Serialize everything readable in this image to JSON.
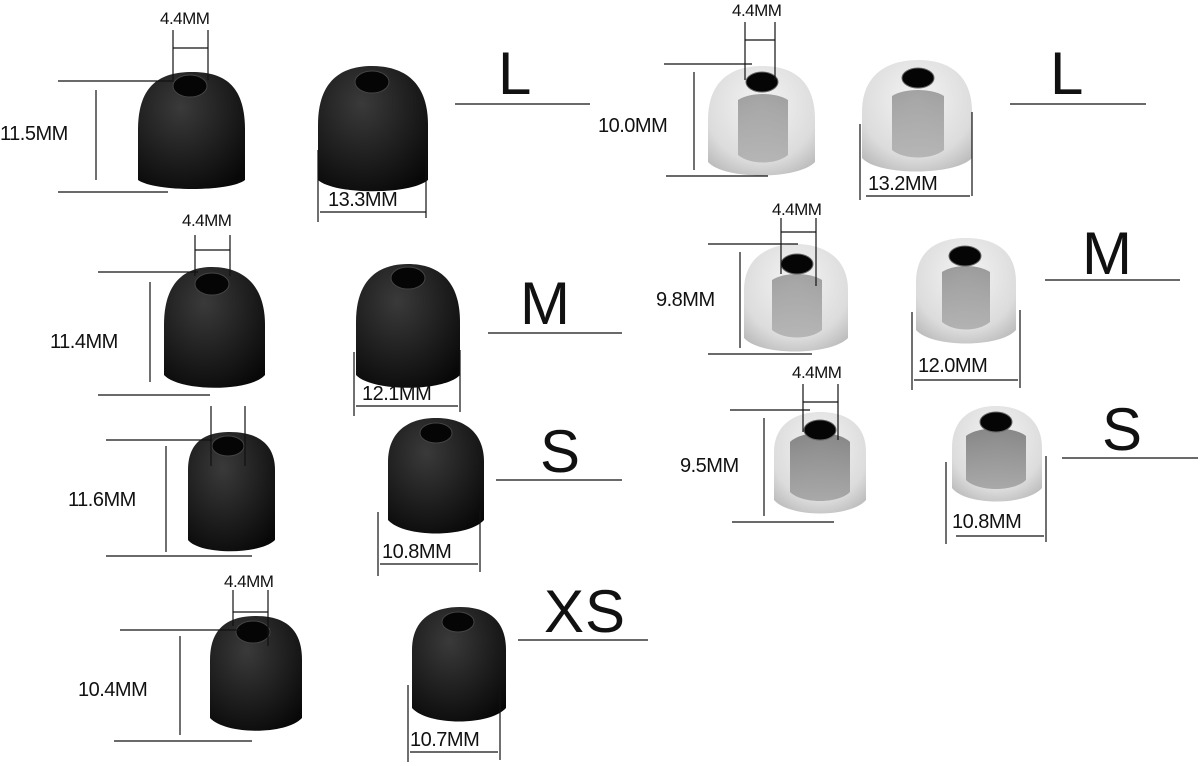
{
  "black_set": {
    "L": {
      "size_label": "L",
      "top_hole": "4.4MM",
      "height": "11.5MM",
      "width": "13.3MM"
    },
    "M": {
      "size_label": "M",
      "top_hole": "4.4MM",
      "height": "11.4MM",
      "width": "12.1MM"
    },
    "S": {
      "size_label": "S",
      "height": "11.6MM",
      "width": "10.8MM"
    },
    "XS": {
      "size_label": "XS",
      "top_hole": "4.4MM",
      "height": "10.4MM",
      "width": "10.7MM"
    }
  },
  "clear_set": {
    "L": {
      "size_label": "L",
      "top_hole": "4.4MM",
      "height": "10.0MM",
      "width": "13.2MM"
    },
    "M": {
      "size_label": "M",
      "top_hole": "4.4MM",
      "height": "9.8MM",
      "width": "12.0MM"
    },
    "S": {
      "size_label": "S",
      "top_hole": "4.4MM",
      "height": "9.5MM",
      "width": "10.8MM"
    }
  },
  "colors": {
    "black_tip": "#1a1a1a",
    "clear_tip": "#d9d9d9",
    "clear_core": "#8a8a8a",
    "line": "#111111"
  }
}
